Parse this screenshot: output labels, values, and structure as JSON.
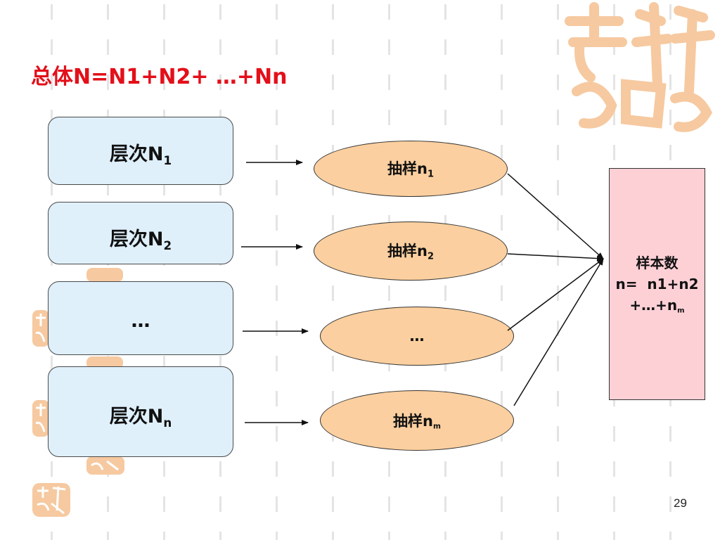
{
  "slide": {
    "title": "总体N=N1+N2+ …+Nn",
    "page_number": "29"
  },
  "strata": [
    {
      "label": "层次N",
      "sub": "1"
    },
    {
      "label": "层次N",
      "sub": "2"
    },
    {
      "label": "…",
      "sub": ""
    },
    {
      "label": "层次N",
      "sub": "n"
    }
  ],
  "samples": [
    {
      "label": "抽样n",
      "sub": "1"
    },
    {
      "label": "抽样n",
      "sub": "2"
    },
    {
      "label": "…",
      "sub": ""
    },
    {
      "label": "抽样n",
      "sub": "m"
    }
  ],
  "result": {
    "line1": "样本数",
    "line2": "n=  n1+n2",
    "line3": "+…+n",
    "line3_sub": "m"
  },
  "colors": {
    "title": "#e3101a",
    "stratum_fill": "#dff0fb",
    "sample_fill": "#fbcf9f",
    "result_fill": "#fdd0d6",
    "seal": "#f6c9a0"
  },
  "icons": {
    "decoration": "auspicious-seal-icon"
  }
}
